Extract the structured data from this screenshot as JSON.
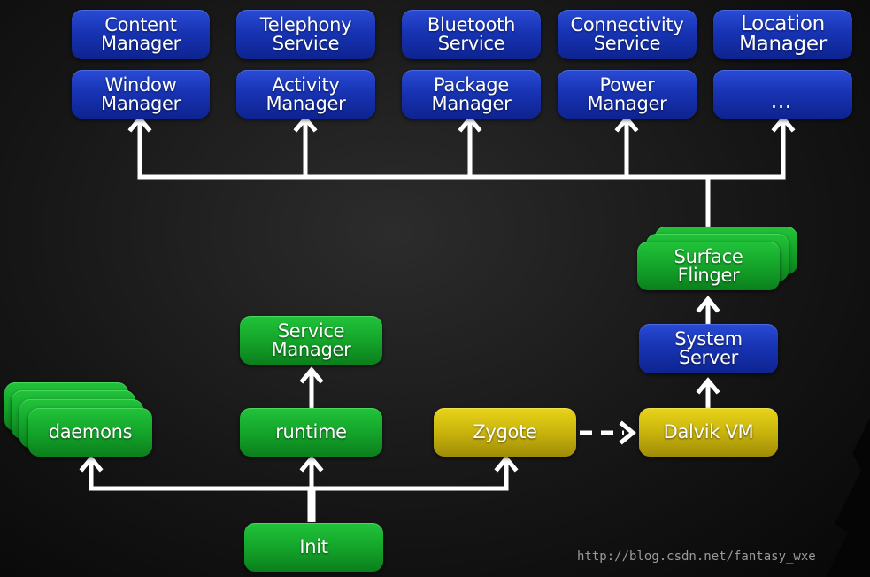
{
  "top_row": [
    {
      "line1": "Content",
      "line2": "Manager"
    },
    {
      "line1": "Telephony",
      "line2": "Service"
    },
    {
      "line1": "Bluetooth",
      "line2": "Service"
    },
    {
      "line1": "Connectivity",
      "line2": "Service"
    },
    {
      "line1": "Location",
      "line2": "Manager"
    }
  ],
  "second_row": [
    {
      "line1": "Window",
      "line2": "Manager"
    },
    {
      "line1": "Activity",
      "line2": "Manager"
    },
    {
      "line1": "Package",
      "line2": "Manager"
    },
    {
      "line1": "Power",
      "line2": "Manager"
    },
    {
      "line1": "…",
      "line2": ""
    }
  ],
  "surface_flinger": {
    "line1": "Surface",
    "line2": "Flinger"
  },
  "system_server": {
    "line1": "System",
    "line2": "Server"
  },
  "dalvik_vm": {
    "label": "Dalvik VM"
  },
  "zygote": {
    "label": "Zygote"
  },
  "service_manager": {
    "line1": "Service",
    "line2": "Manager"
  },
  "runtime": {
    "label": "runtime"
  },
  "daemons": {
    "label": "daemons"
  },
  "init": {
    "label": "Init"
  },
  "watermark": "http://blog.csdn.net/fantasy_wxe",
  "colors": {
    "blue_box": "#1834b4",
    "green_box": "#14a52a",
    "yellow_box": "#c9b40d",
    "connector": "#ffffff",
    "background": "#161616"
  }
}
